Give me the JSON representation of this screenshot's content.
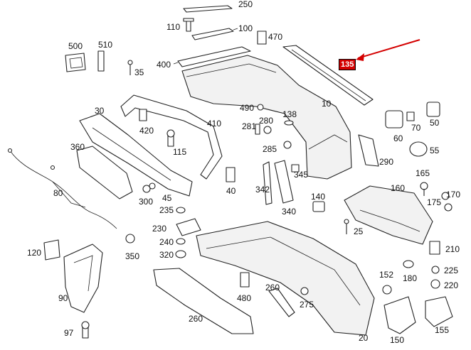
{
  "diagram": {
    "labels": [
      "250",
      "110",
      "100",
      "470",
      "500",
      "510",
      "35",
      "400",
      "135",
      "30",
      "490",
      "280",
      "138",
      "10",
      "60",
      "70",
      "50",
      "281",
      "420",
      "410",
      "285",
      "115",
      "360",
      "345",
      "290",
      "55",
      "165",
      "342",
      "80",
      "140",
      "160",
      "170",
      "175",
      "300",
      "45",
      "40",
      "235",
      "340",
      "230",
      "25",
      "120",
      "350",
      "240",
      "210",
      "320",
      "225",
      "152",
      "180",
      "90",
      "220",
      "480",
      "260",
      "275",
      "260",
      "97",
      "150",
      "155",
      "20"
    ],
    "callout_label": "135",
    "accent_color": "#d40000"
  }
}
